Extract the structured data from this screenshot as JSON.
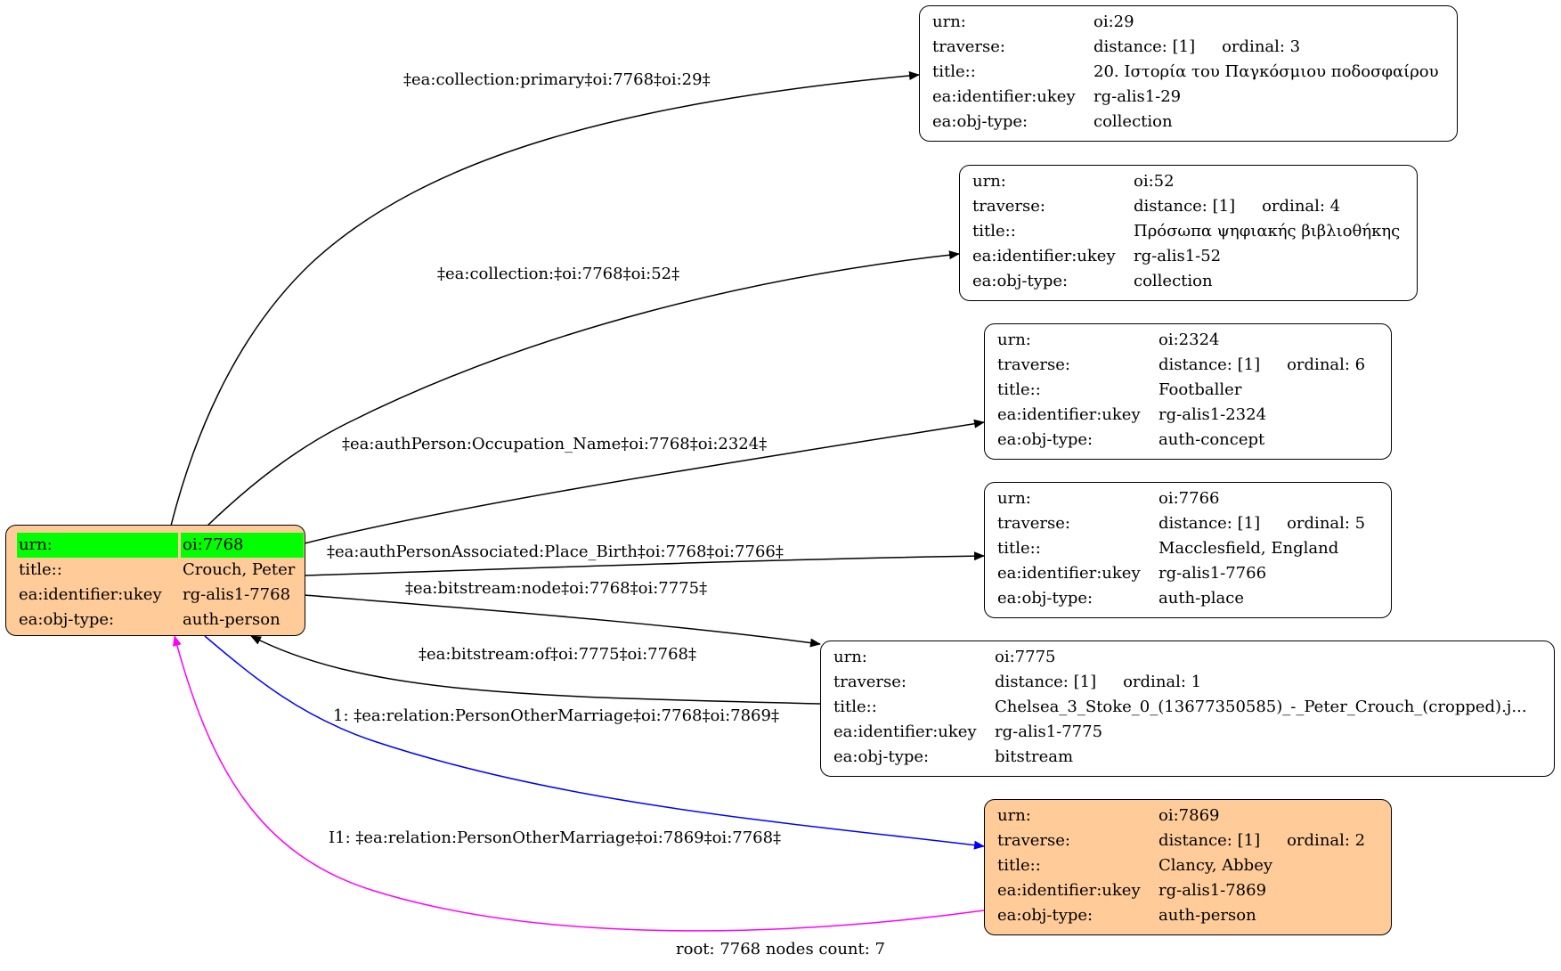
{
  "graph": {
    "root": {
      "rows": [
        {
          "key": "urn:",
          "value": "oi:7768"
        },
        {
          "key": "title::",
          "value": "Crouch, Peter"
        },
        {
          "key": "ea:identifier:ukey",
          "value": "rg-alis1-7768"
        },
        {
          "key": "ea:obj-type:",
          "value": "auth-person"
        }
      ],
      "highlight_color": "#00ff00",
      "fill_color": "#ffcc99"
    },
    "nodes": [
      {
        "urn": "oi:29",
        "traverse_distance": "distance: [1]",
        "traverse_ordinal": "ordinal: 3",
        "title": "20. Ιστορία του Παγκόσμιου ποδοσφαίρου",
        "ukey": "rg-alis1-29",
        "obj_type": "collection"
      },
      {
        "urn": "oi:52",
        "traverse_distance": "distance: [1]",
        "traverse_ordinal": "ordinal: 4",
        "title": "Πρόσωπα ψηφιακής βιβλιοθήκης",
        "ukey": "rg-alis1-52",
        "obj_type": "collection"
      },
      {
        "urn": "oi:2324",
        "traverse_distance": "distance: [1]",
        "traverse_ordinal": "ordinal: 6",
        "title": "Footballer",
        "ukey": "rg-alis1-2324",
        "obj_type": "auth-concept"
      },
      {
        "urn": "oi:7766",
        "traverse_distance": "distance: [1]",
        "traverse_ordinal": "ordinal: 5",
        "title": "Macclesfield, England",
        "ukey": "rg-alis1-7766",
        "obj_type": "auth-place"
      },
      {
        "urn": "oi:7775",
        "traverse_distance": "distance: [1]",
        "traverse_ordinal": "ordinal: 1",
        "title": "Chelsea_3_Stoke_0_(13677350585)_-_Peter_Crouch_(cropped).j...",
        "ukey": "rg-alis1-7775",
        "obj_type": "bitstream"
      },
      {
        "urn": "oi:7869",
        "traverse_distance": "distance: [1]",
        "traverse_ordinal": "ordinal: 2",
        "title": "Clancy, Abbey",
        "ukey": "rg-alis1-7869",
        "obj_type": "auth-person"
      }
    ],
    "field_keys": {
      "urn": "urn:",
      "traverse": "traverse:",
      "title": "title::",
      "ukey": "ea:identifier:ukey",
      "obj_type": "ea:obj-type:"
    },
    "edges": [
      {
        "label": "‡ea:collection:primary‡oi:7768‡oi:29‡",
        "color": "#000000"
      },
      {
        "label": "‡ea:collection:‡oi:7768‡oi:52‡",
        "color": "#000000"
      },
      {
        "label": "‡ea:authPerson:Occupation_Name‡oi:7768‡oi:2324‡",
        "color": "#000000"
      },
      {
        "label": "‡ea:authPersonAssociated:Place_Birth‡oi:7768‡oi:7766‡",
        "color": "#000000"
      },
      {
        "label": "‡ea:bitstream:node‡oi:7768‡oi:7775‡",
        "color": "#000000"
      },
      {
        "label": "‡ea:bitstream:of‡oi:7775‡oi:7768‡",
        "color": "#000000"
      },
      {
        "label": "1: ‡ea:relation:PersonOtherMarriage‡oi:7768‡oi:7869‡",
        "color": "#0000ff"
      },
      {
        "label": "I1: ‡ea:relation:PersonOtherMarriage‡oi:7869‡oi:7768‡",
        "color": "#ff00ff"
      }
    ],
    "footer": "root: 7768 nodes count: 7"
  }
}
